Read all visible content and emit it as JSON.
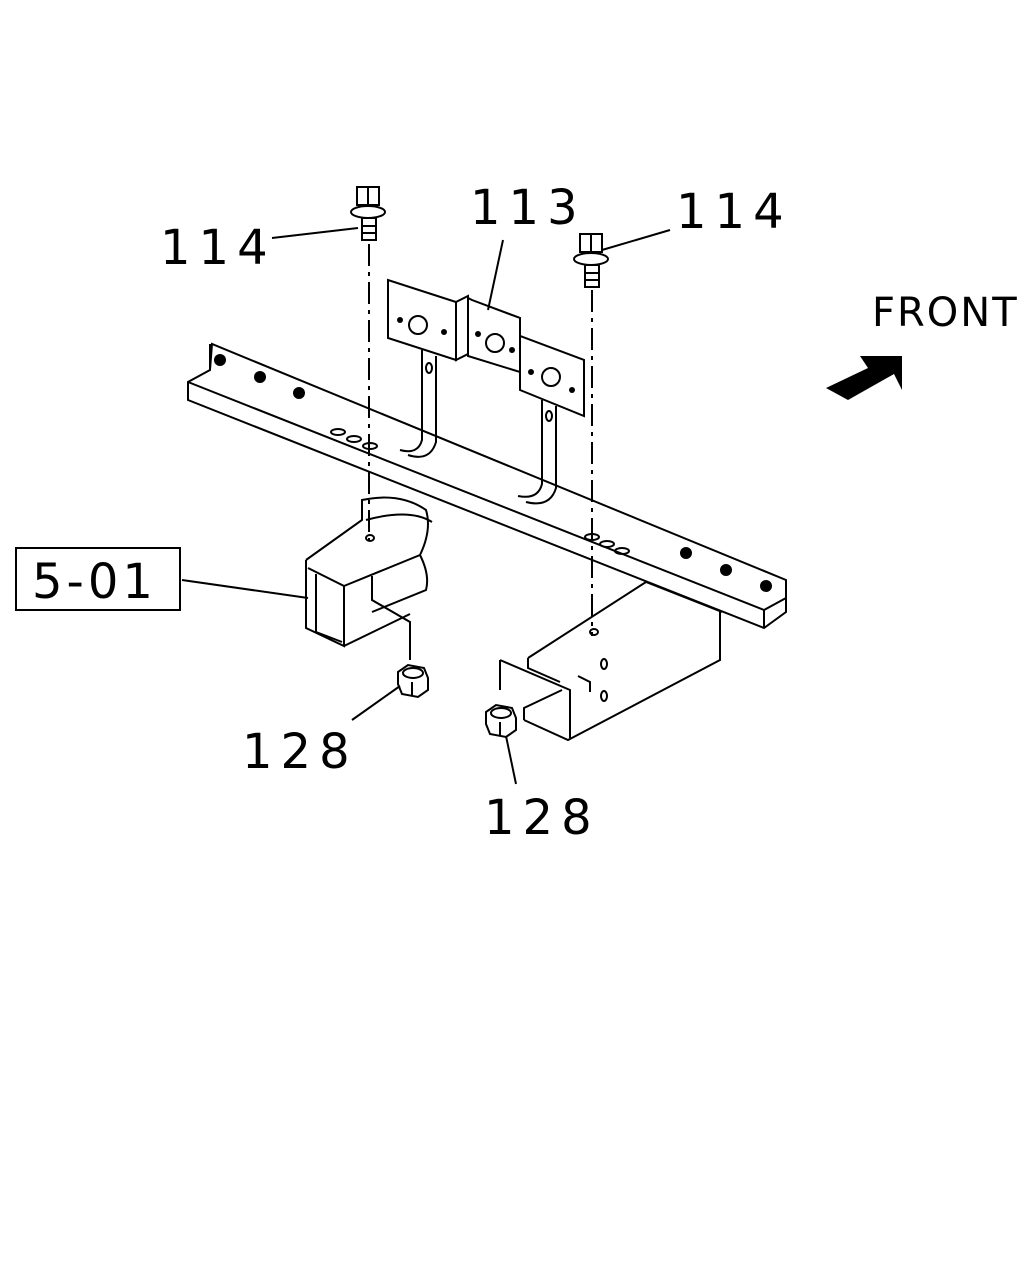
{
  "callouts": {
    "bolt_left": "114",
    "bolt_right": "114",
    "bracket": "113",
    "nut_left": "128",
    "nut_right": "128",
    "reference": "5-01"
  },
  "direction": {
    "label": "FRONT"
  },
  "colors": {
    "line": "#000000",
    "background": "#ffffff"
  }
}
